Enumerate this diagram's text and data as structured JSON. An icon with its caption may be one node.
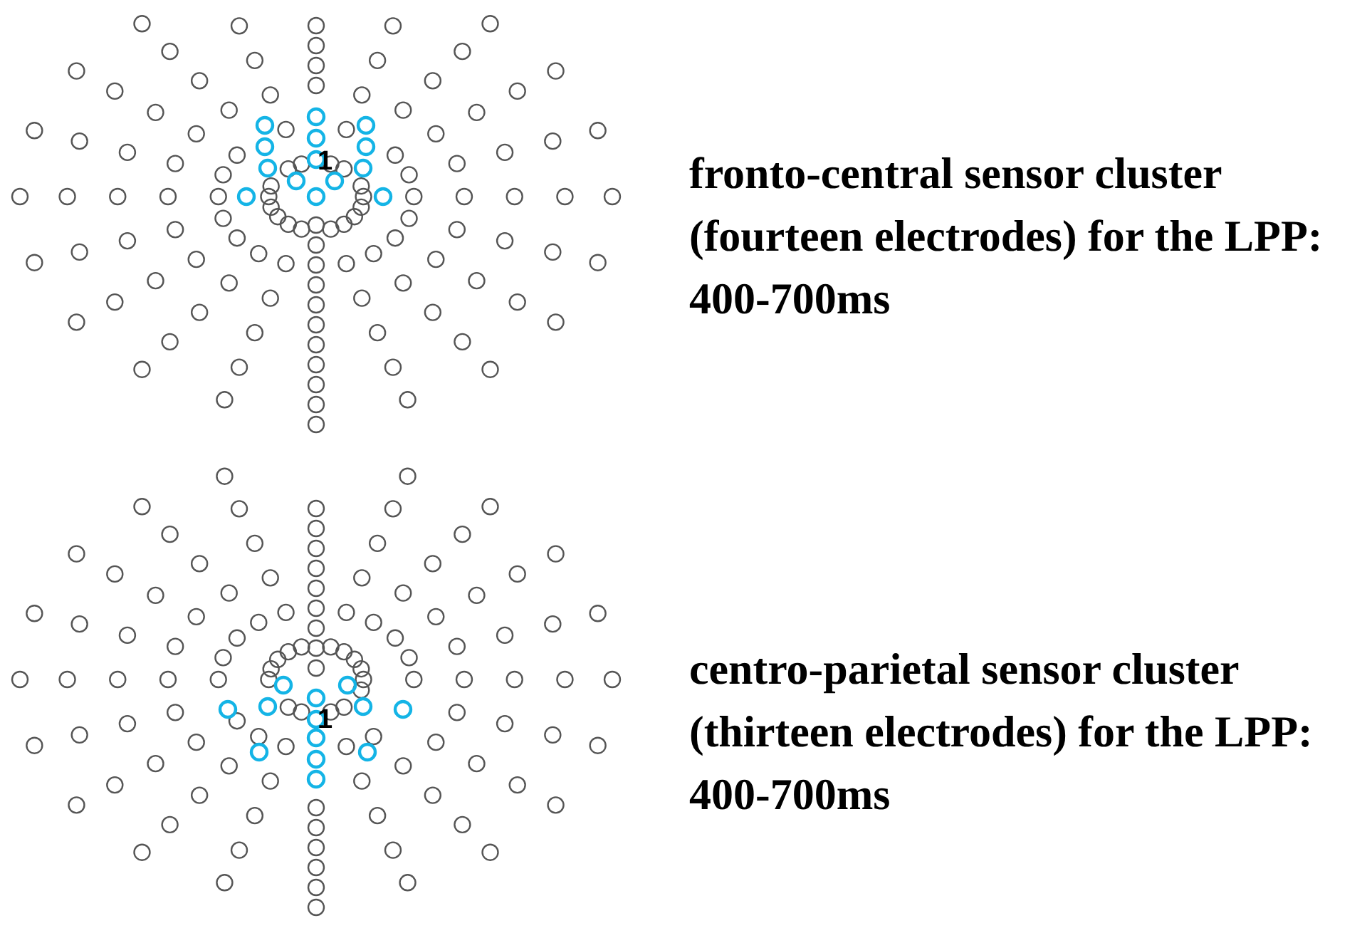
{
  "diagram": {
    "labels": [
      "1",
      "fronto-central sensor cluster (fourteen electrodes) for the LPP: 400-700ms",
      "1",
      "centro-parietal sensor cluster (thirteen electrodes) for the LPP: 400-700ms"
    ]
  }
}
